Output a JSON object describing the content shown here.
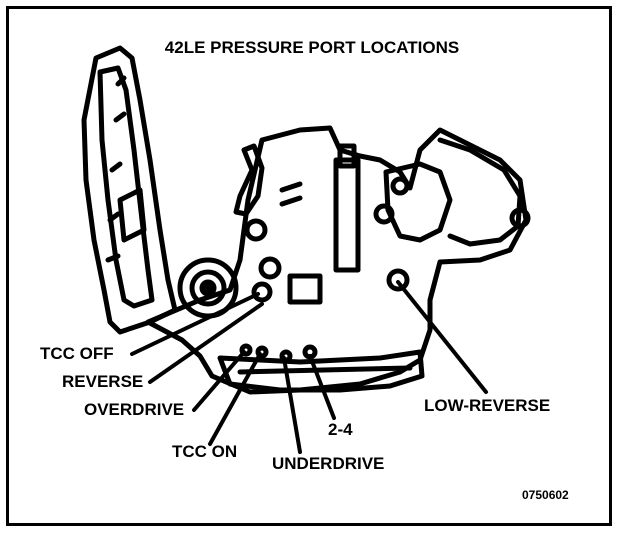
{
  "title": "42LE PRESSURE PORT LOCATIONS",
  "labels": {
    "tcc_off": "TCC OFF",
    "reverse": "REVERSE",
    "overdrive": "OVERDRIVE",
    "tcc_on": "TCC ON",
    "underdrive": "UNDERDRIVE",
    "two_four": "2-4",
    "low_reverse": "LOW-REVERSE"
  },
  "figure_code": "0750602",
  "colors": {
    "ink": "#000000",
    "paper": "#ffffff"
  }
}
